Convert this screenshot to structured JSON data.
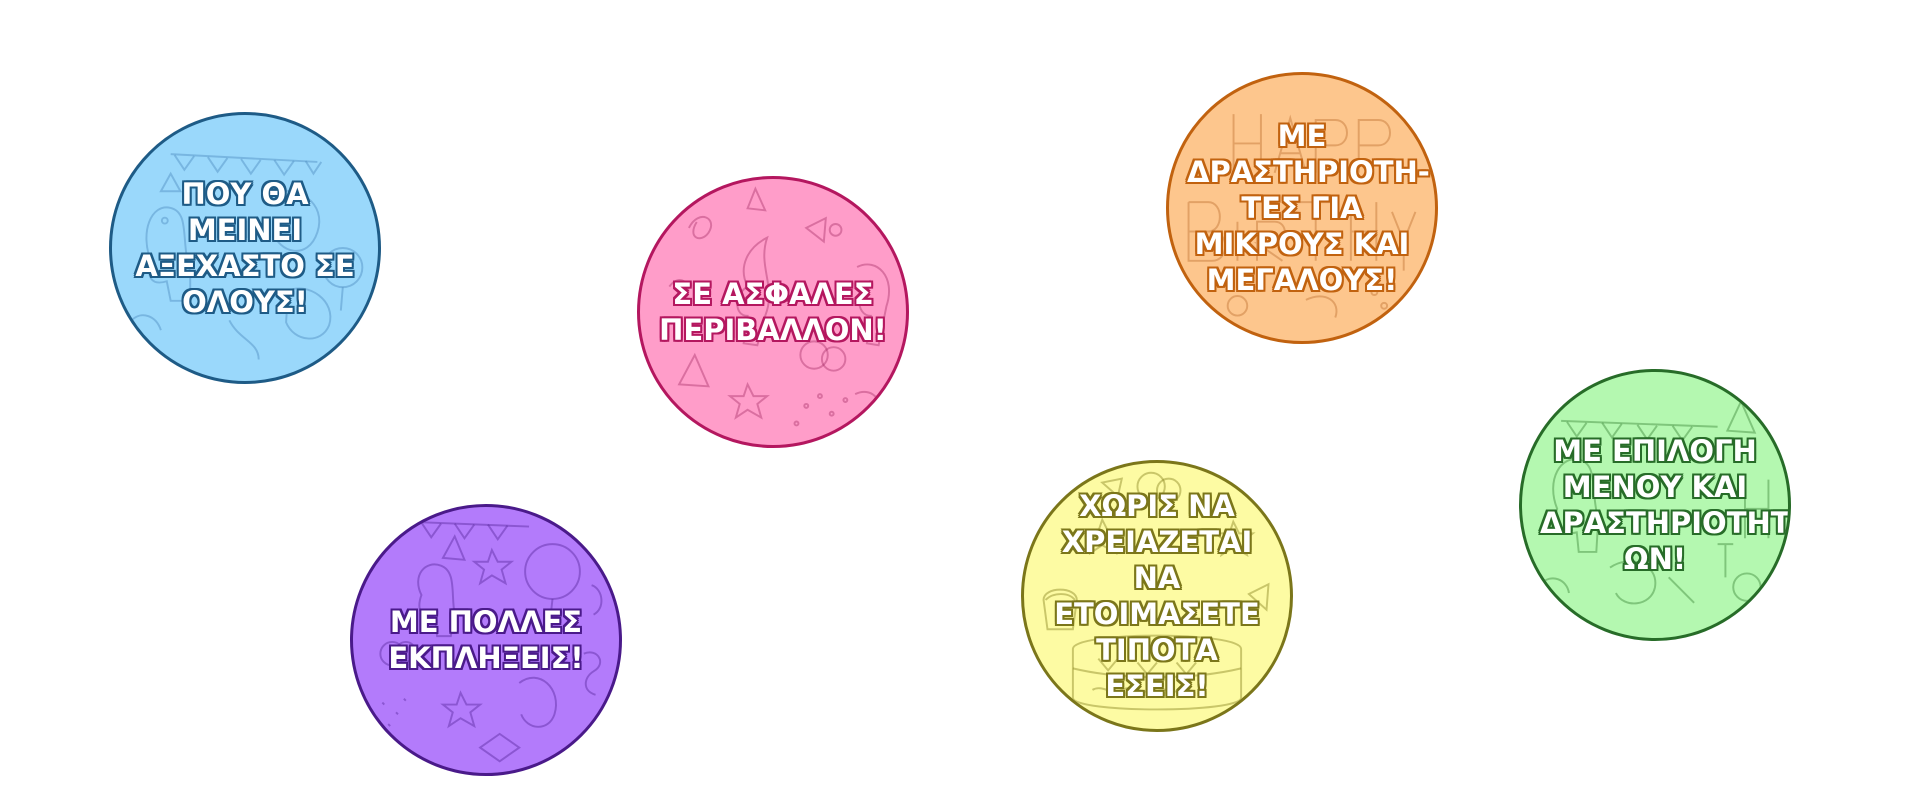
{
  "badges": [
    {
      "text": "ΠΟΥ  ΘΑ\nΜΕΙΝΕΙ\nΑΞΕΧΑΣΤΟ ΣΕ\nΟΛΟΥΣ!",
      "fill": "#9ad8fb",
      "stroke": "#1e5b86",
      "pattern": "dinosaur-party-pattern"
    },
    {
      "text": "ΣΕ ΑΣΦΑΛΕΣ\nΠΕΡΙΒΑΛΛΟΝ!",
      "fill": "#ff9dc9",
      "stroke": "#b4175f",
      "pattern": "dinosaur-party-pattern"
    },
    {
      "text": "ΜΕ\nΔΡΑΣΤΗΡΙΟΤΗ-\nΤΕΣ ΓΙΑ\nΜΙΚΡΟΥΣ ΚΑΙ\nΜΕΓΑΛΟΥΣ!",
      "fill": "#fdc68d",
      "stroke": "#c1620f",
      "pattern": "happy-birthday-pattern"
    },
    {
      "text": "ΜΕ ΕΠΙΛΟΓΗ\nΜΕΝΟΥ ΚΑΙ\nΔΡΑΣΤΗΡΙΟΤΗΤ\nΩΝ!",
      "fill": "#b4f8b0",
      "stroke": "#276c28",
      "pattern": "dinosaur-party-pattern"
    },
    {
      "text": "ΧΩΡΙΣ ΝΑ\nΧΡΕΙΑΖΕΤΑΙ ΝΑ\nΕΤΟΙΜΑΣΕΤΕ\nΤΙΠΟΤΑ ΕΣΕΙΣ!",
      "fill": "#fdfba3",
      "stroke": "#7b761a",
      "pattern": "cake-party-pattern"
    },
    {
      "text": "ΜΕ ΠΟΛΛΕΣ\nΕΚΠΛΗΞΕΙΣ!",
      "fill": "#b37bfb",
      "stroke": "#4a1a8a",
      "pattern": "dinosaur-party-pattern"
    }
  ]
}
